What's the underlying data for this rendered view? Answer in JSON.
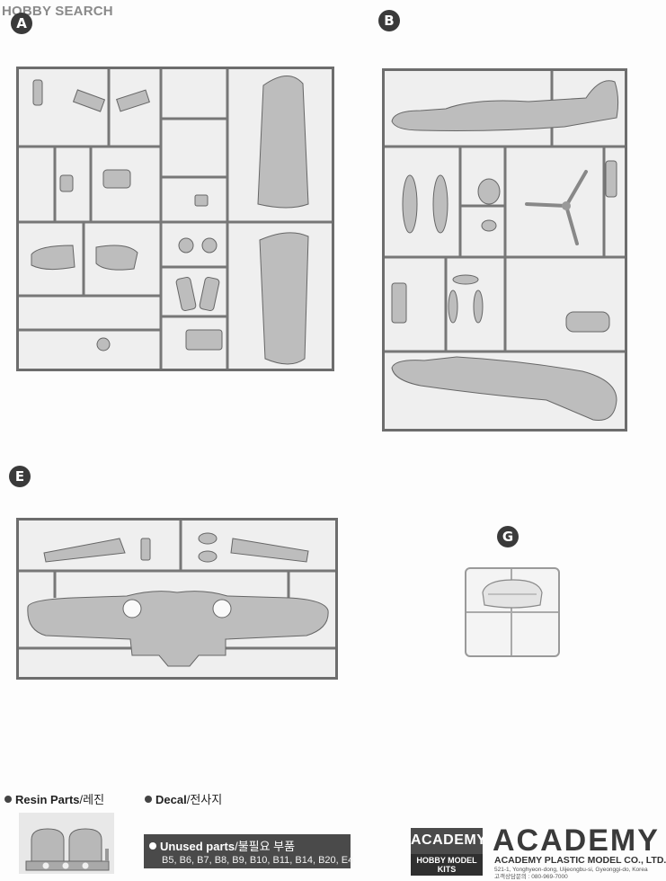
{
  "watermark": "HOBBY SEARCH",
  "sprues": {
    "a": "A",
    "b": "B",
    "e": "E",
    "g": "G"
  },
  "footer": {
    "resin_label": "Resin Parts",
    "resin_label_ko": "/레진",
    "decal_label": "Decal",
    "decal_label_ko": "/전사지",
    "unused_label": "Unused parts",
    "unused_label_ko": "/불필요 부품",
    "unused_list": "B5, B6, B7, B8, B9, B10, B11, B14, B20, E4"
  },
  "brand": {
    "box_logo_top": "ACADEMY",
    "box_logo_bottom": "HOBBY MODEL KITS",
    "wordmark": "ACADEMY",
    "company_name": "ACADEMY PLASTIC MODEL CO., LTD.",
    "address_line1": "521-1, Yonghyeon-dong, Uijeongbu-si, Gyeonggi-do, Korea",
    "address_line2": "고객상담문의 : 080-969-7000"
  }
}
